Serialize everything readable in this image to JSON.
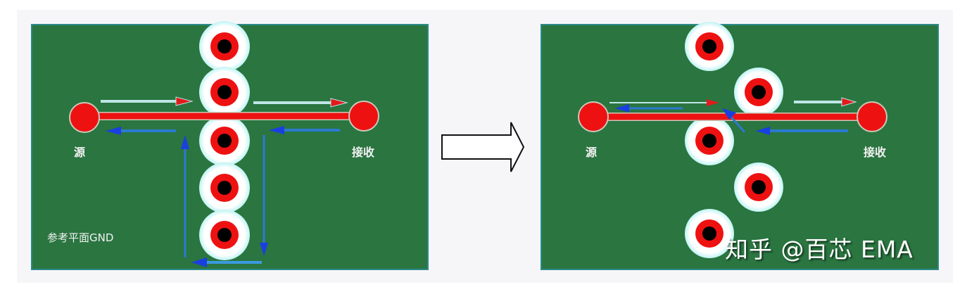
{
  "figure": {
    "description": "PCB return current path comparison: continuous via stack vs. staggered vias",
    "left_panel": {
      "source_label": "源",
      "receiver_label": "接收",
      "plane_label": "参考平面GND"
    },
    "right_panel": {
      "source_label": "源",
      "receiver_label": "接收"
    },
    "transition_arrow": "right-arrow",
    "watermark": "知乎 @百芯 EMA"
  },
  "colors": {
    "board_green": "#2a7540",
    "board_border": "#2b8a8a",
    "trace_red": "#ee1111",
    "via_clearance": "#ffffff",
    "via_drill": "#000000",
    "return_current_blue": "#1a4fd6",
    "signal_current_arrow": "#e21a1a"
  }
}
